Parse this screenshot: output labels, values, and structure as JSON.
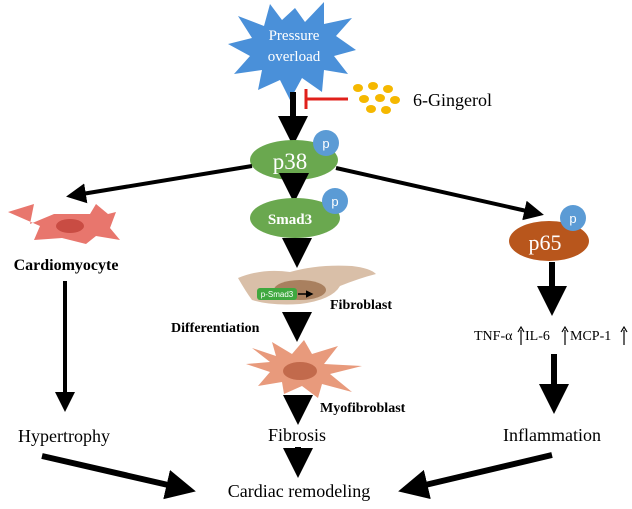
{
  "nodes": {
    "stimulus_line1": "Pressure",
    "stimulus_line2": "overload",
    "inhibitor": "6-Gingerol",
    "kinase": "p38",
    "smad": "Smad3",
    "nfkb": "p65",
    "phospho_badge": "p",
    "psmad": "p-Smad3",
    "cardiomyocyte": "Cardiomyocyte",
    "fibroblast": "Fibroblast",
    "differentiation": "Differentiation",
    "myofibroblast": "Myofibroblast",
    "tnf": "TNF-α",
    "il6": "IL-6",
    "mcp1": "MCP-1",
    "hypertrophy": "Hypertrophy",
    "fibrosis": "Fibrosis",
    "inflammation": "Inflammation",
    "outcome": "Cardiac remodeling"
  },
  "colors": {
    "starburst": "#4a90d9",
    "green_node": "#6aa84f",
    "orange_node": "#b8561c",
    "badge": "#5b9bd5",
    "inhibit": "#e0201b",
    "dots": "#f5b800",
    "cardio_cell": "#e8766d",
    "fibroblast_cell": "#d9bfa8",
    "myofibro_cell": "#e89a7c"
  }
}
